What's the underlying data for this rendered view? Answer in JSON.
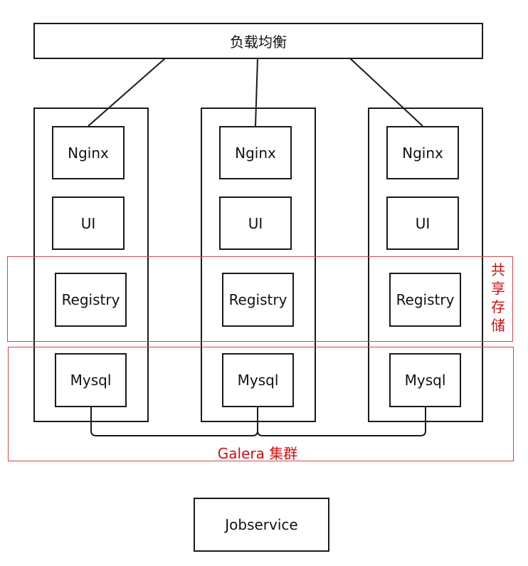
{
  "load_balancer": {
    "label": "负载均衡"
  },
  "nodes": [
    {
      "nginx": "Nginx",
      "ui": "UI",
      "registry": "Registry",
      "mysql": "Mysql"
    },
    {
      "nginx": "Nginx",
      "ui": "UI",
      "registry": "Registry",
      "mysql": "Mysql"
    },
    {
      "nginx": "Nginx",
      "ui": "UI",
      "registry": "Registry",
      "mysql": "Mysql"
    }
  ],
  "shared_storage": {
    "label_chars": [
      "共",
      "享",
      "存",
      "储"
    ]
  },
  "galera_cluster": {
    "label": "Galera 集群"
  },
  "jobservice": {
    "label": "Jobservice"
  },
  "colors": {
    "line": "#1a1a1a",
    "region_border": "#d04848",
    "region_text": "#cc1010"
  }
}
